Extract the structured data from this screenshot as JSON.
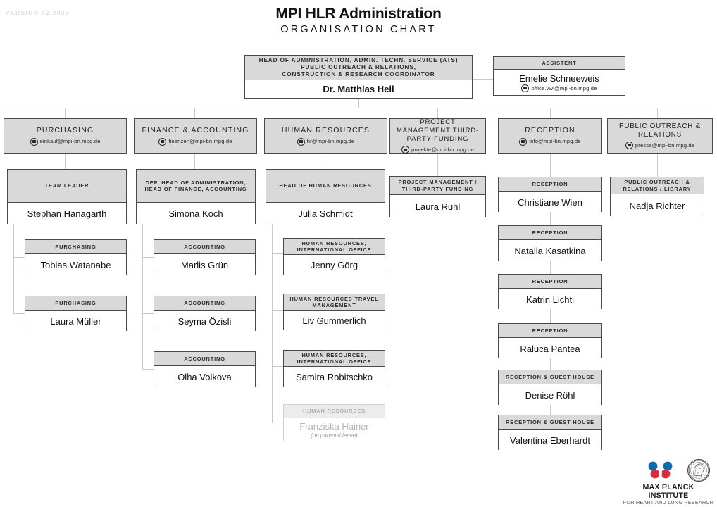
{
  "meta": {
    "version_label": "VERSION 02/2026",
    "title": "MPI HLR Administration",
    "subtitle": "ORGANISATION CHART"
  },
  "head": {
    "role_lines": [
      "HEAD OF ADMINISTRATION, ADMIN. TECHN. SERVICE (ATS)",
      "PUBLIC OUTREACH & RELATIONS,",
      "CONSTRUCTION & RESEARCH COORDINATOR"
    ],
    "name": "Dr. Matthias Heil"
  },
  "assistant": {
    "role": "ASSISTENT",
    "name": "Emelie Schneeweis",
    "email": "office.vwl@mpi-bn.mpg.de"
  },
  "departments": [
    {
      "title": "PURCHASING",
      "email": "einkauf@mpi-bn.mpg.de",
      "lead": {
        "role": "TEAM LEADER",
        "name": "Stephan Hanagarth"
      },
      "members": [
        {
          "role": "PURCHASING",
          "name": "Tobias Watanabe"
        },
        {
          "role": "PURCHASING",
          "name": "Laura Müller"
        }
      ]
    },
    {
      "title": "FINANCE & ACCOUNTING",
      "email": "finanzen@mpi-bn.mpg.de",
      "lead": {
        "role": "DEP. HEAD OF ADMINISTRATION, HEAD OF FINANCE, ACCOUNTING",
        "name": "Simona Koch"
      },
      "members": [
        {
          "role": "ACCOUNTING",
          "name": "Marlis Grün"
        },
        {
          "role": "ACCOUNTING",
          "name": "Seyma Özisli"
        },
        {
          "role": "ACCOUNTING",
          "name": "Olha Volkova"
        }
      ]
    },
    {
      "title": "HUMAN RESOURCES",
      "email": "hr@mpi-bn.mpg.de",
      "lead": {
        "role": "HEAD OF HUMAN RESOURCES",
        "name": "Julia Schmidt"
      },
      "members": [
        {
          "role": "HUMAN RESOURCES, INTERNATIONAL OFFICE",
          "name": "Jenny Görg"
        },
        {
          "role": "HUMAN RESOURCES TRAVEL MANAGEMENT",
          "name": "Liv Gummerlich"
        },
        {
          "role": "HUMAN RESOURCES, INTERNATIONAL OFFICE",
          "name": "Samira Robitschko"
        },
        {
          "role": "HUMAN RESOURCES",
          "name": "Franziska Hainer",
          "note": "(on parental leave)",
          "muted": true
        }
      ]
    },
    {
      "title": "PROJECT MANAGEMENT THIRD-PARTY FUNDING",
      "email": "projekte@mpi-bn.mpg.de",
      "lead": {
        "role": "PROJECT MANAGEMENT / THIRD-PARTY FUNDING",
        "name": "Laura Rühl"
      },
      "members": []
    },
    {
      "title": "RECEPTION",
      "email": "info@mpi-bn.mpg.de",
      "lead": {
        "role": "RECEPTION",
        "name": "Christiane Wien"
      },
      "members": [
        {
          "role": "RECEPTION",
          "name": "Natalia Kasatkina"
        },
        {
          "role": "RECEPTION",
          "name": "Katrin Lichti"
        },
        {
          "role": "RECEPTION",
          "name": "Raluca Pantea"
        },
        {
          "role": "RECEPTION & GUEST HOUSE",
          "name": "Denise Röhl"
        },
        {
          "role": "RECEPTION & GUEST HOUSE",
          "name": "Valentina Eberhardt"
        }
      ]
    },
    {
      "title": "PUBLIC OUTREACH & RELATIONS",
      "email": "presse@mpi-bn.mpg.de",
      "lead": {
        "role": "PUBLIC OUTREACH & RELATIONS / LIBRARY",
        "name": "Nadja Richter"
      },
      "members": []
    }
  ],
  "logo": {
    "line1": "MAX PLANCK INSTITUTE",
    "line2": "FOR HEART AND LUNG RESEARCH",
    "blue": "#0B6CB0",
    "red": "#D62E3F"
  },
  "colors": {
    "header_fill": "#d9d9d9",
    "border": "#4a4a4a",
    "connector": "#c9c9c9",
    "muted_text": "#b2b2b2"
  }
}
